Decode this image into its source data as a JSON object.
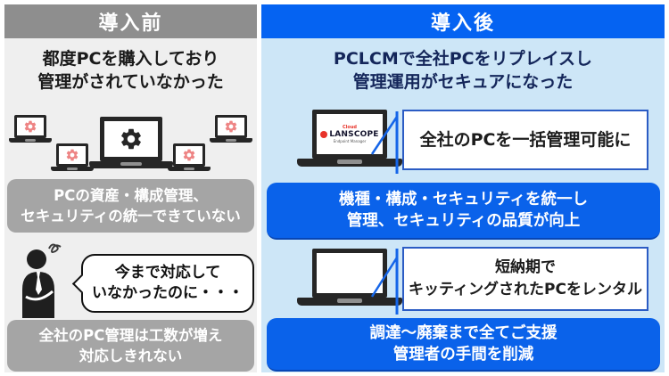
{
  "colors": {
    "pageBg": "#ffffff",
    "leftPanelBg": "#efefef",
    "leftHeaderBg": "#8e8e8e",
    "grayBox": "#a5a5a5",
    "rightPanelBg": "#cde6f7",
    "rightHeaderBg": "#0563f2",
    "blueBox": "#0a62ea",
    "calloutBorder": "#2b5cc4",
    "connector": "#1565e8",
    "iconDark": "#262626",
    "gearPink": "#ee8484",
    "titleNavy": "#14265a",
    "lanscopeRed": "#e8332a"
  },
  "before": {
    "header": "導入前",
    "title": {
      "line1": "都度PCを購入しており",
      "line2": "管理がされていなかった"
    },
    "issue1": {
      "line1": "PCの資産・構成管理、",
      "line2": "セキュリティの統一できていない"
    },
    "speech": {
      "line1": "今まで対応して",
      "line2": "いなかったのに・・・"
    },
    "issue2": {
      "line1": "全社のPC管理は工数が増え",
      "line2": "対応しきれない"
    }
  },
  "after": {
    "header": "導入後",
    "title": {
      "line1": "PCLCMで全社PCをリプレイスし",
      "line2": "管理運用がセキュアになった"
    },
    "logo": {
      "cloud": "Cloud",
      "brand": "LANSCOPE",
      "sub": "Endpoint Manager"
    },
    "callout1": {
      "line1": "全社のPCを一括管理可能に"
    },
    "benefit1": {
      "line1": "機種・構成・セキュリティを統一し",
      "line2": "管理、セキュリティの品質が向上"
    },
    "callout2": {
      "line1": "短納期で",
      "line2": "キッティングされたPCをレンタル"
    },
    "benefit2": {
      "line1": "調達〜廃棄まで全てご支援",
      "line2": "管理者の手間を削減"
    }
  }
}
